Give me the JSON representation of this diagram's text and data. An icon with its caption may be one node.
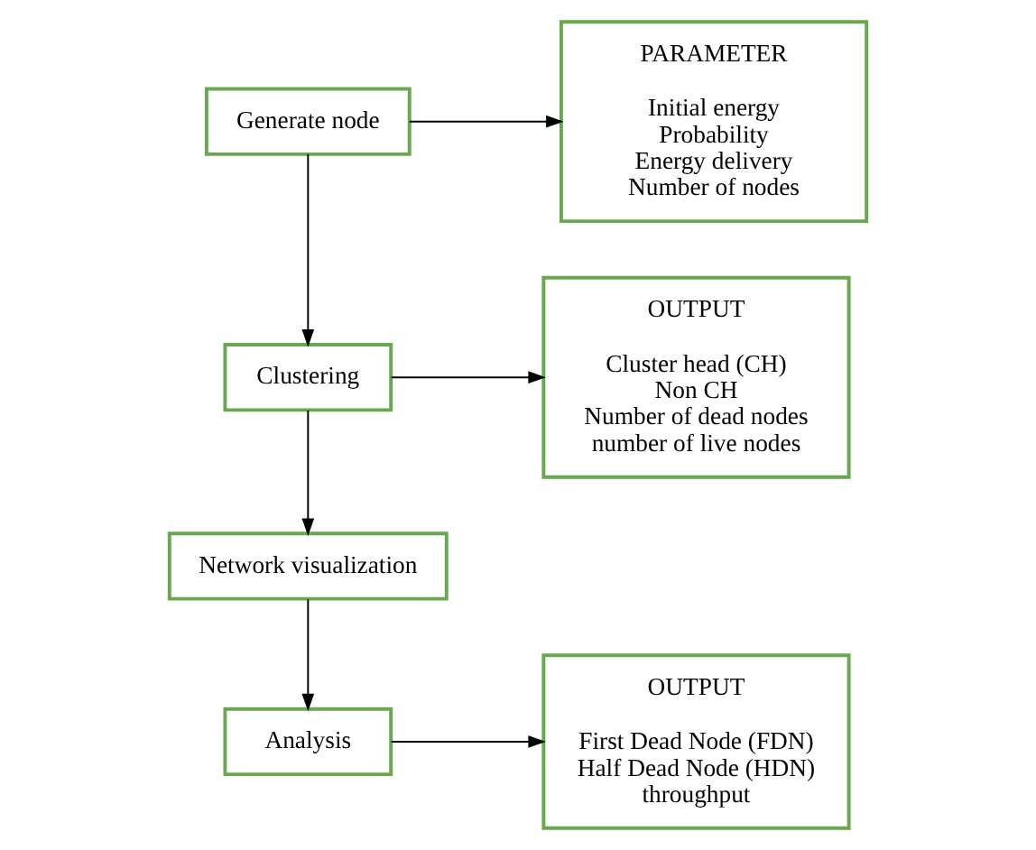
{
  "diagram": {
    "nodes": [
      {
        "text": [
          "Generate node"
        ]
      },
      {
        "text": [
          "PARAMETER",
          "Initial energy",
          "Probability",
          "Energy delivery",
          "Number of nodes"
        ]
      },
      {
        "text": [
          "Clustering"
        ]
      },
      {
        "text": [
          "OUTPUT",
          "Cluster head (CH)",
          "Non CH",
          "Number of dead nodes",
          "number of live nodes"
        ]
      },
      {
        "text": [
          "Network visualization"
        ]
      },
      {
        "text": [
          "Analysis"
        ]
      },
      {
        "text": [
          "OUTPUT",
          "First Dead Node (FDN)",
          "Half Dead Node (HDN)",
          "throughput"
        ]
      }
    ],
    "edges": [
      {
        "from": 0,
        "to": 1,
        "arrow": "to"
      },
      {
        "from": 0,
        "to": 2,
        "arrow": "to"
      },
      {
        "from": 2,
        "to": 3,
        "arrow": "to"
      },
      {
        "from": 2,
        "to": 4,
        "arrow": "to"
      },
      {
        "from": 4,
        "to": 5,
        "arrow": "to"
      },
      {
        "from": 5,
        "to": 6,
        "arrow": "to"
      }
    ]
  }
}
